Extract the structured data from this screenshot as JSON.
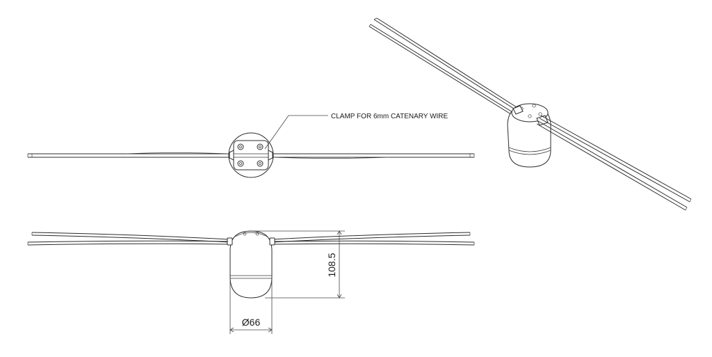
{
  "callout": {
    "label": "CLAMP FOR 6mm CATENARY WIRE"
  },
  "dimensions": {
    "height_label": "108.5",
    "diameter_label": "Ø66"
  }
}
